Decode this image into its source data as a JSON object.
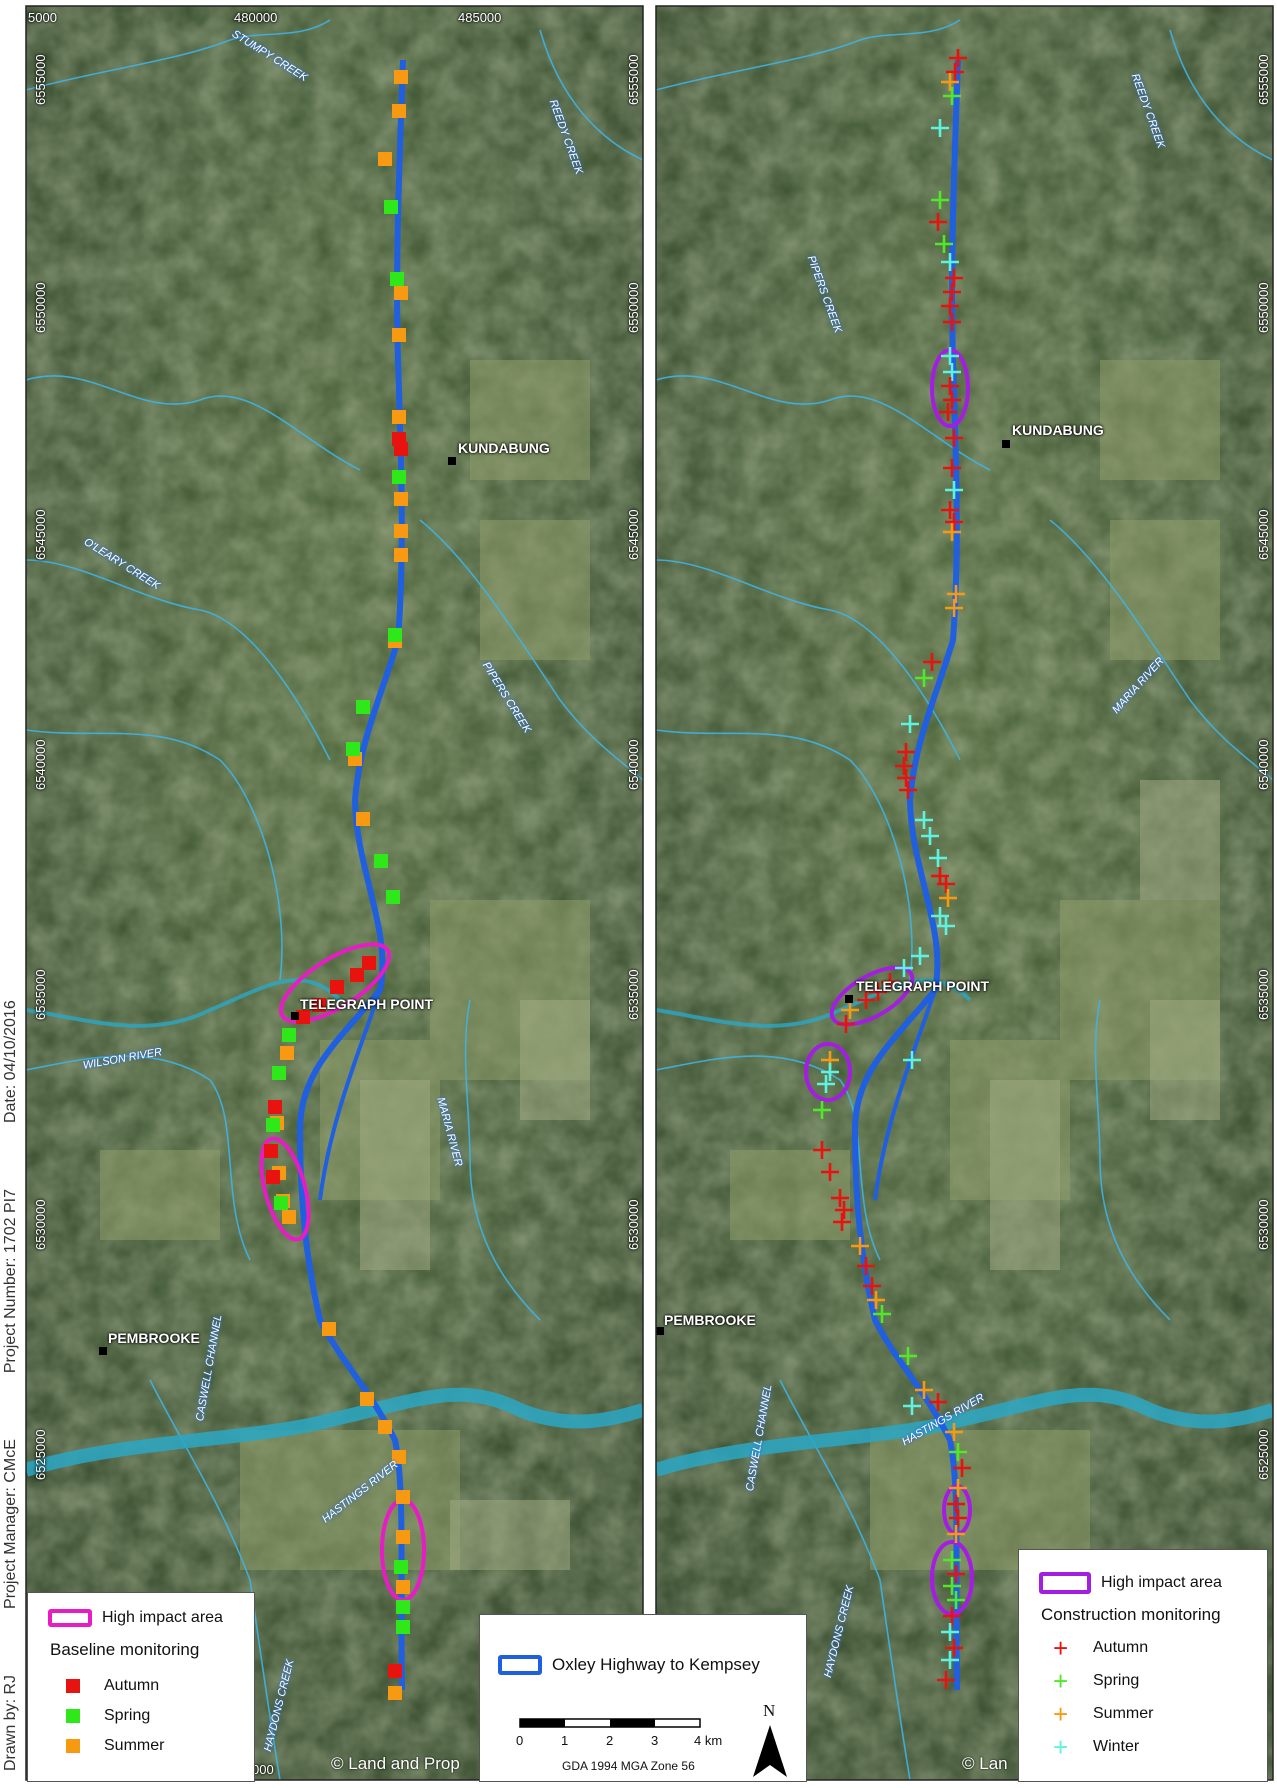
{
  "sidebar": {
    "drawn_by": "Drawn by: RJ",
    "project_manager": "Project Manager: CMcE",
    "project_number": "Project Number: 1702 PI7",
    "date": "Date: 04/10/2016"
  },
  "left_map": {
    "grid_top": [
      "5000",
      "480000",
      "485000"
    ],
    "grid_bottom": [
      "000"
    ],
    "grid_left": [
      "6555000",
      "6550000",
      "6545000",
      "6540000",
      "6535000",
      "6530000",
      "6525000"
    ],
    "grid_right": [
      "6555000",
      "6550000",
      "6545000",
      "6540000",
      "6535000",
      "6530000"
    ],
    "places": [
      "KUNDABUNG",
      "TELEGRAPH POINT",
      "PEMBROOKE"
    ],
    "waterways": [
      "STUMPY CREEK",
      "REEDY CREEK",
      "O'LEARY CREEK",
      "PIPERS CREEK",
      "WILSON RIVER",
      "MARIA RIVER",
      "CASWELL CHANNEL",
      "HASTINGS RIVER",
      "HAYDONS CREEK"
    ],
    "copyright": "© Land and Prop"
  },
  "right_map": {
    "grid_right": [
      "6555000",
      "6550000",
      "6545000",
      "6540000",
      "6535000",
      "6530000",
      "6525000"
    ],
    "places": [
      "KUNDABUNG",
      "TELEGRAPH POINT",
      "PEMBROOKE"
    ],
    "waterways": [
      "REEDY CREEK",
      "PIPERS CREEK",
      "MARIA RIVER",
      "HASTINGS RIVER",
      "CASWELL CHANNEL",
      "HAYDONS CREEK"
    ],
    "copyright": "© Lan"
  },
  "left_legend": {
    "high_impact": "High impact area",
    "title": "Baseline monitoring",
    "items": [
      {
        "label": "Autumn",
        "color": "#e8130f"
      },
      {
        "label": "Spring",
        "color": "#2ee81a"
      },
      {
        "label": "Summer",
        "color": "#f79a12"
      }
    ],
    "high_impact_color": "#e81cc4"
  },
  "center_legend": {
    "route": "Oxley Highway to Kempsey",
    "route_color": "#1f5fe0",
    "scale_ticks": [
      "0",
      "1",
      "2",
      "3",
      "4 km"
    ],
    "projection": "GDA 1994 MGA Zone 56",
    "north": "N"
  },
  "right_legend": {
    "high_impact": "High impact area",
    "title": "Construction monitoring",
    "items": [
      {
        "label": "Autumn",
        "color": "#e8130f"
      },
      {
        "label": "Spring",
        "color": "#52e82a"
      },
      {
        "label": "Summer",
        "color": "#f79a12"
      },
      {
        "label": "Winter",
        "color": "#5ef2e0"
      }
    ],
    "high_impact_color": "#a31ee0"
  }
}
